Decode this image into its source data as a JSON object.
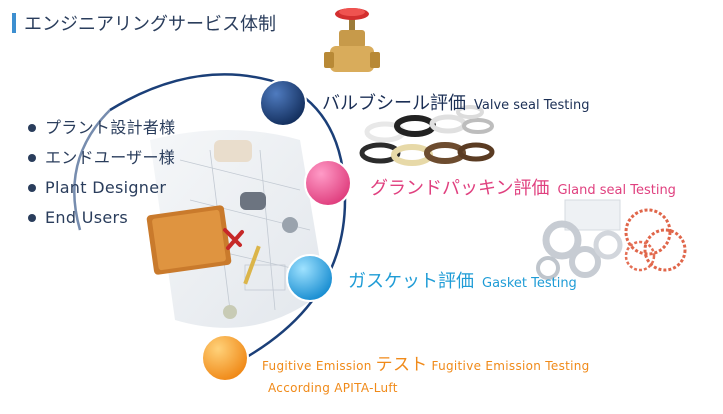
{
  "title": "エンジニアリングサービス体制",
  "audience": [
    {
      "label": "プラント設計者様"
    },
    {
      "label": "エンドユーザー様"
    },
    {
      "label": "Plant Designer"
    },
    {
      "label": "End Users"
    }
  ],
  "services": {
    "valve": {
      "jp": "バルブシール評価",
      "en": "Valve seal Testing",
      "color": "#1b3f78"
    },
    "gland": {
      "jp": "グランドパッキン評価",
      "en": "Gland seal Testing",
      "color": "#e0407f"
    },
    "gasket": {
      "jp": "ガスケット評価",
      "en": "Gasket Testing",
      "color": "#1f9cd6"
    },
    "fugitive": {
      "pre": "Fugitive Emission",
      "jp": "テスト",
      "en": "Fugitive Emission Testing",
      "line2": "According APITA-Luft",
      "color": "#f08a19"
    }
  },
  "icons": [
    "valve-image",
    "seal-rings-image",
    "gasket-rings-image",
    "engineering-tools-image"
  ]
}
